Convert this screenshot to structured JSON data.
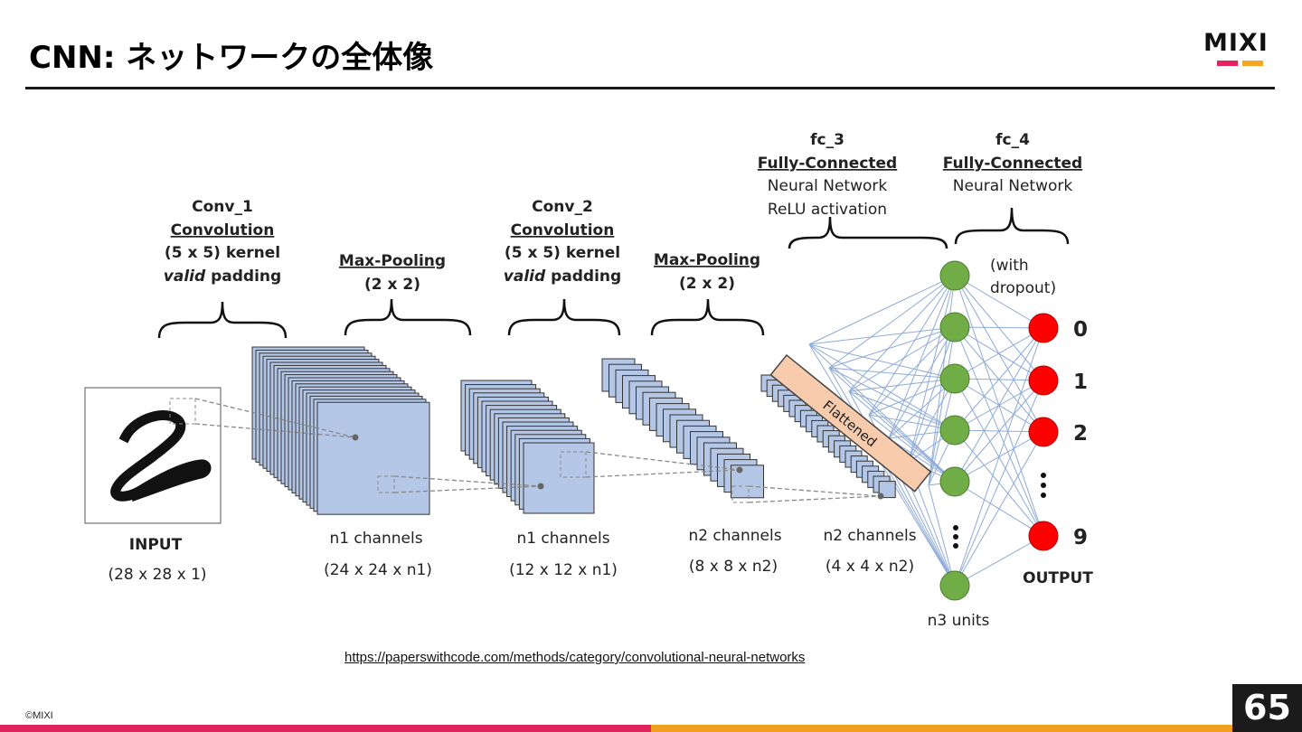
{
  "slide": {
    "title": "CNN: ネットワークの全体像",
    "logo_text": "MIXI",
    "source_url": "https://paperswithcode.com/methods/category/convolutional-neural-networks",
    "copyright": "©MIXI",
    "page_number": "65"
  },
  "colors": {
    "feature_map": "#b4c7e7",
    "flatten_bar": "#f8cbad",
    "hidden_node": "#70ad47",
    "output_node": "#ff0000",
    "connection_line": "#8eaad8",
    "brand_pink": "#e0245e",
    "brand_orange": "#f0a020"
  },
  "diagram": {
    "input": {
      "label": "INPUT",
      "dims": "(28 x 28 x 1)"
    },
    "conv1": {
      "name": "Conv_1",
      "type": "Convolution",
      "kernel": "(5 x 5) kernel",
      "padding_italic": "valid",
      "padding_rest": " padding",
      "channels": "n1 channels",
      "dims": "(24 x 24 x n1)"
    },
    "pool1": {
      "type": "Max-Pooling",
      "size": "(2 x 2)",
      "channels": "n1 channels",
      "dims": "(12 x 12 x n1)"
    },
    "conv2": {
      "name": "Conv_2",
      "type": "Convolution",
      "kernel": "(5 x 5) kernel",
      "padding_italic": "valid",
      "padding_rest": " padding"
    },
    "pool2": {
      "type": "Max-Pooling",
      "size": "(2 x 2)",
      "channels": "n2 channels",
      "dims": "(8 x 8 x n2)"
    },
    "flat": {
      "channels": "n2 channels",
      "dims": "(4 x 4 x n2)",
      "bar_label": "Flattened"
    },
    "fc3": {
      "name": "fc_3",
      "type": "Fully-Connected",
      "line1": "Neural Network",
      "line2": "ReLU activation",
      "note1": "(with",
      "note2": "dropout)",
      "units": "n3 units"
    },
    "fc4": {
      "name": "fc_4",
      "type": "Fully-Connected",
      "line1": "Neural Network"
    },
    "output": {
      "label": "OUTPUT",
      "classes": [
        "0",
        "1",
        "2",
        "9"
      ]
    }
  }
}
